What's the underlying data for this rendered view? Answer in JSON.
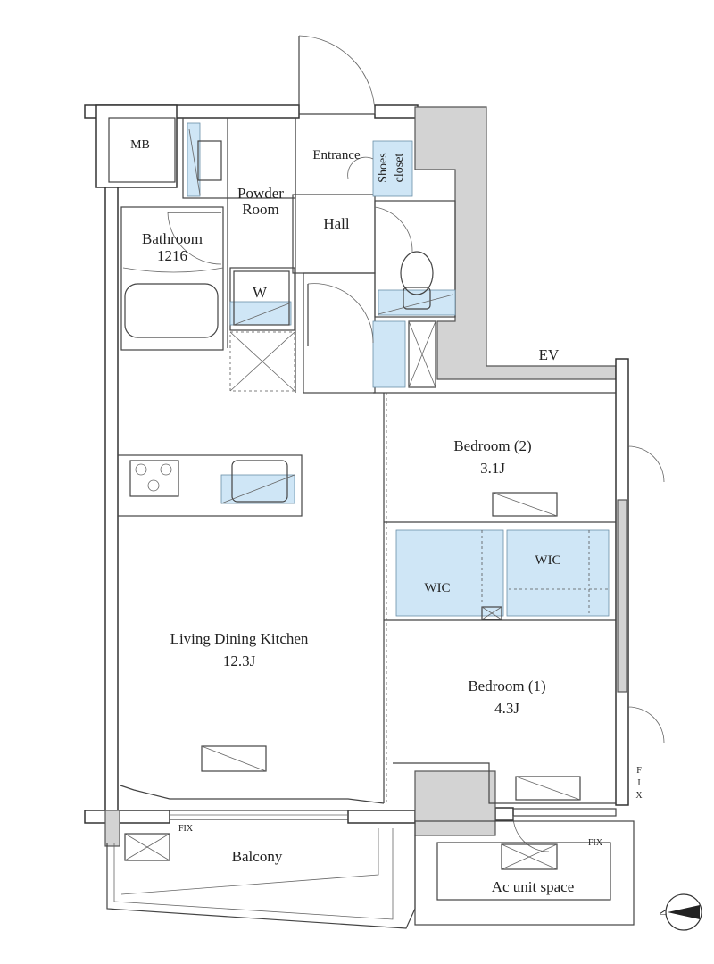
{
  "colors": {
    "wet_area": "#cfe6f6",
    "structural": "#d3d3d3",
    "line": "#333333"
  },
  "rooms": {
    "mb": "MB",
    "powder_room_line1": "Powder",
    "powder_room_line2": "Room",
    "entrance": "Entrance",
    "shoes_closet_line1": "Shoes",
    "shoes_closet_line2": "closet",
    "hall": "Hall",
    "bathroom": "Bathroom",
    "bathroom_size": "1216",
    "washer": "W",
    "ev": "EV",
    "bedroom2": "Bedroom (2)",
    "bedroom2_size": "3.1J",
    "wic1": "WIC",
    "wic2": "WIC",
    "ldk": "Living Dining Kitchen",
    "ldk_size": "12.3J",
    "bedroom1": "Bedroom (1)",
    "bedroom1_size": "4.3J",
    "balcony": "Balcony",
    "ac_unit_space": "Ac unit space",
    "fix_left": "FIX",
    "fix_right": "FIX",
    "fix_vertical": [
      "F",
      "I",
      "X"
    ]
  },
  "compass": {
    "north_label": "N",
    "icon": "north-arrow-icon"
  }
}
